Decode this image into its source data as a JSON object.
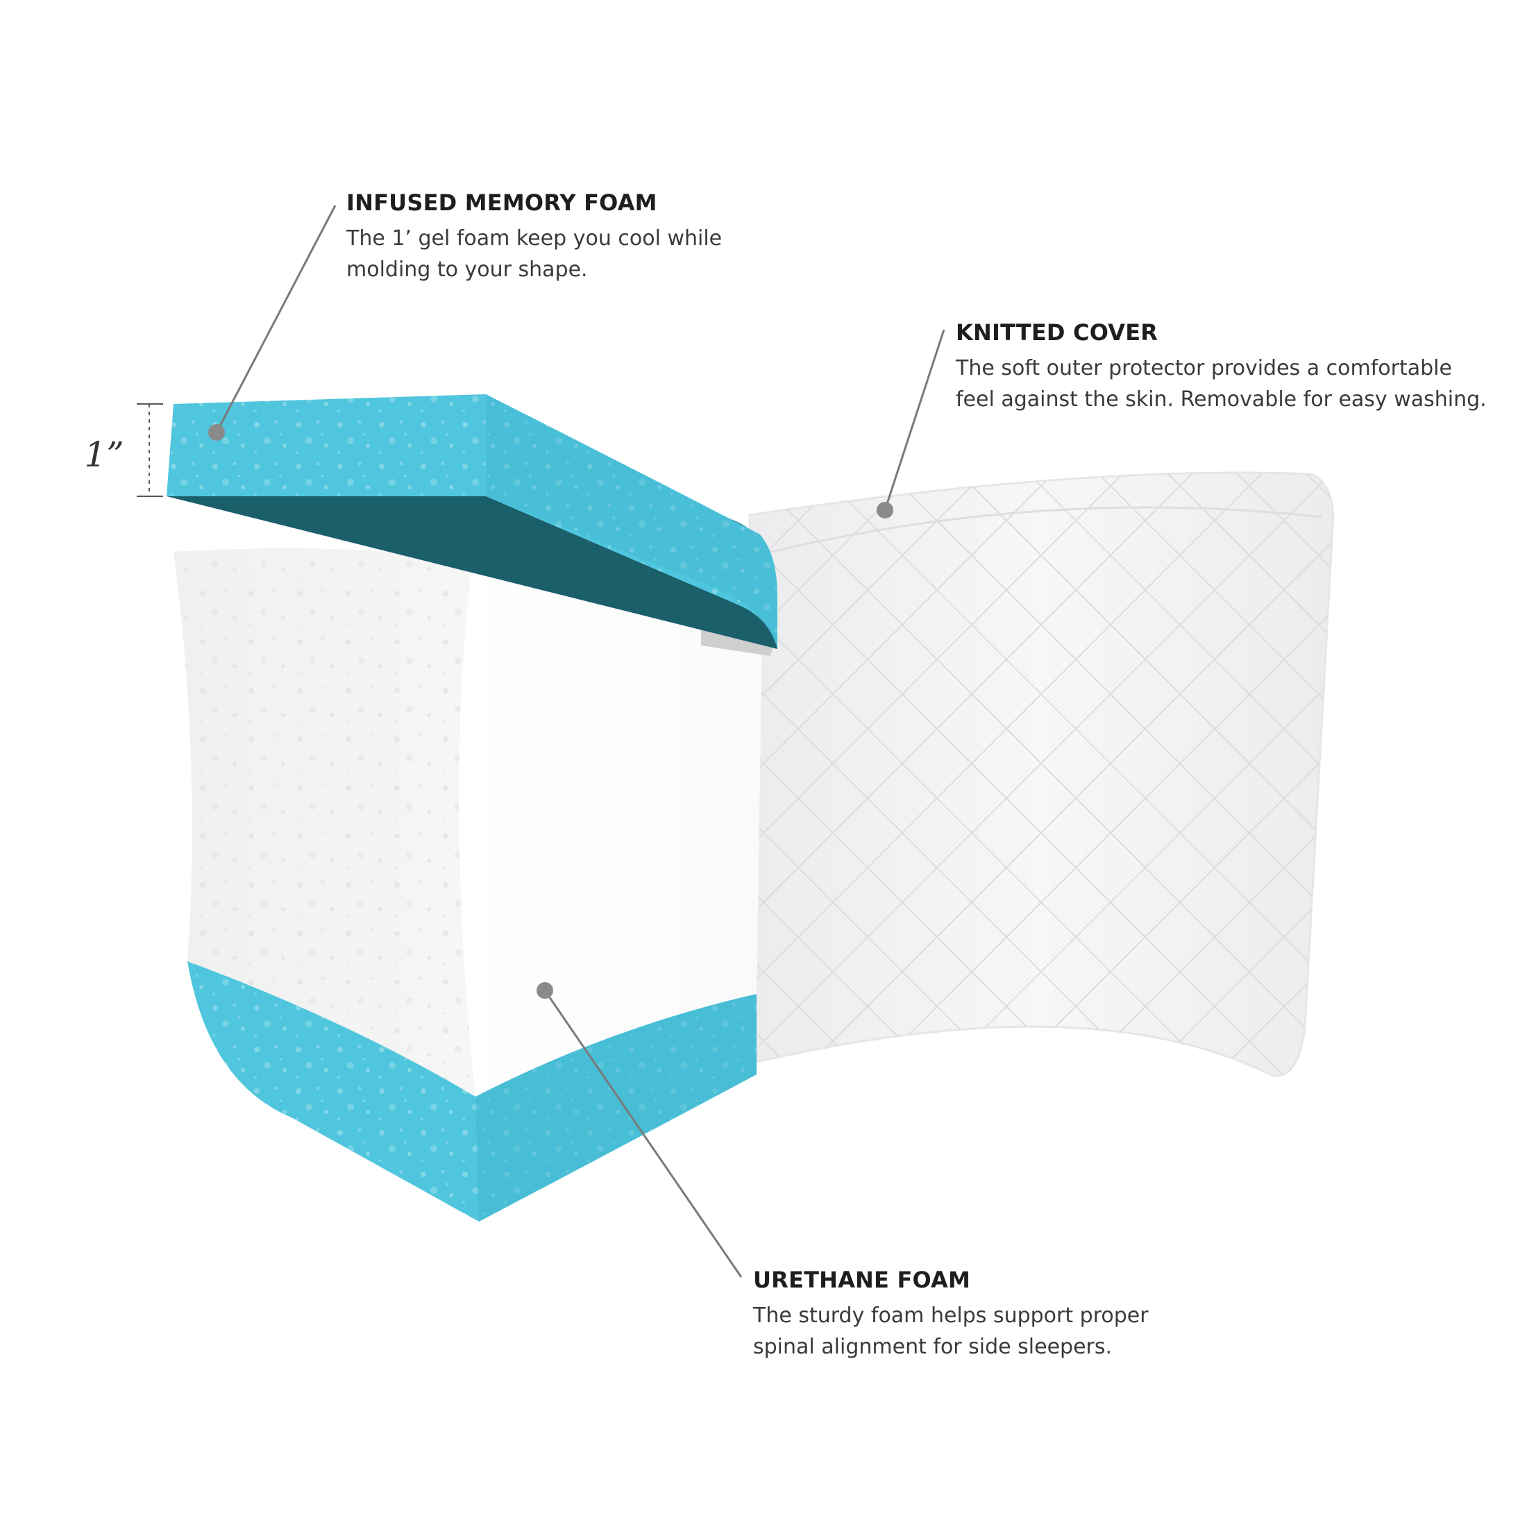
{
  "callouts": {
    "memory_foam": {
      "title": "INFUSED MEMORY FOAM",
      "description": "The 1’ gel foam keep you cool while\nmolding to your shape."
    },
    "knitted_cover": {
      "title": "KNITTED COVER",
      "description": "The soft outer protector provides a comfortable\nfeel against the skin. Removable for easy washing."
    },
    "urethane_foam": {
      "title": "URETHANE FOAM",
      "description": "The sturdy foam helps support proper\nspinal alignment for side sleepers."
    }
  },
  "dimension": {
    "label": "1”"
  },
  "colors": {
    "gel_foam": "#4fc6dd",
    "gel_foam_dark": "#1a5f6a",
    "urethane_foam": "#f2f2f2",
    "cover": "#f7f7f8",
    "leader_line": "#7a7a7a",
    "marker_dot": "#8a8a8a"
  }
}
